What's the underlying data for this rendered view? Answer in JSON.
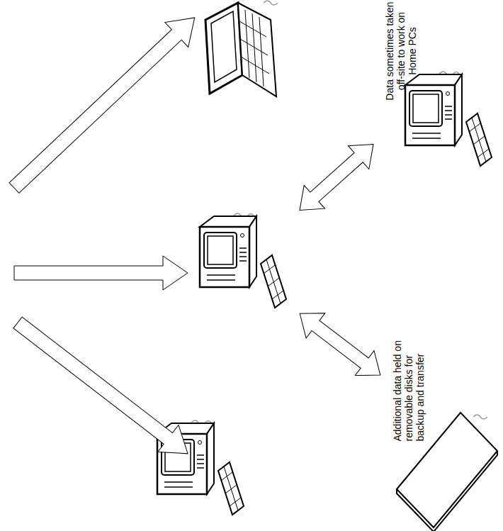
{
  "diagram": {
    "nodes": [
      {
        "text": []
      },
      {
        "text": [
          "Data sometimes taken off-site to work on Home PCs"
        ]
      },
      {
        "text": [
          "Additional data held on removable disks for backup and transfer"
        ]
      }
    ],
    "edges": [
      {
        "from": 0,
        "to": 1,
        "arrow": "both"
      },
      {
        "from": 0,
        "to": 2,
        "arrow": "both"
      }
    ]
  }
}
